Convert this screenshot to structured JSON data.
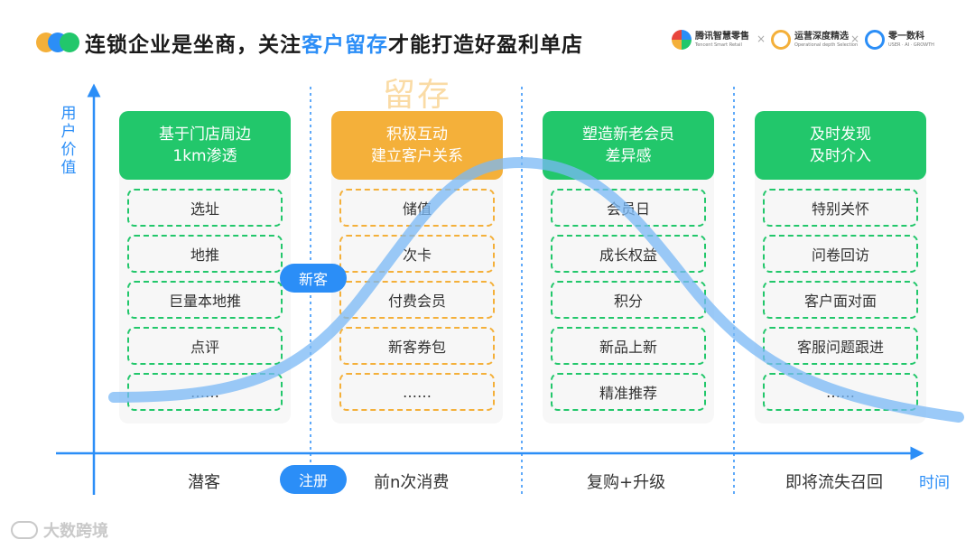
{
  "header": {
    "title_before": "连锁企业是坐商，关注",
    "title_highlight": "客户留存",
    "title_after": "才能打造好盈利单店"
  },
  "logos": {
    "tencent_main": "腾讯智慧零售",
    "tencent_sub": "Tencent Smart Retail",
    "yunying_main": "运营深度精选",
    "yunying_sub": "Operational depth Selection",
    "lingyi_main": "零一数科",
    "lingyi_sub": "USER · AI · GROWTH",
    "separator": "×"
  },
  "axes": {
    "y_label": "用户价值",
    "x_label": "时间"
  },
  "watermark_title": "留存",
  "columns": [
    {
      "head_line1": "基于门店周边",
      "head_line2": "1km渗透",
      "items": [
        "选址",
        "地推",
        "巨量本地推",
        "点评",
        "……"
      ]
    },
    {
      "head_line1": "积极互动",
      "head_line2": "建立客户关系",
      "items": [
        "储值",
        "次卡",
        "付费会员",
        "新客券包",
        "……"
      ]
    },
    {
      "head_line1": "塑造新老会员",
      "head_line2": "差异感",
      "items": [
        "会员日",
        "成长权益",
        "积分",
        "新品上新",
        "精准推荐"
      ]
    },
    {
      "head_line1": "及时发现",
      "head_line2": "及时介入",
      "items": [
        "特别关怀",
        "问卷回访",
        "客户面对面",
        "客服问题跟进",
        "……"
      ]
    }
  ],
  "phases": [
    "潜客",
    "前n次消费",
    "复购+升级",
    "即将流失召回"
  ],
  "pills": {
    "new_customer": "新客",
    "register": "注册"
  },
  "brand": "大数跨境",
  "colors": {
    "blue": "#2b8ef7",
    "green": "#22c76b",
    "orange": "#f4b03a",
    "curve": "#7ab8f5"
  }
}
